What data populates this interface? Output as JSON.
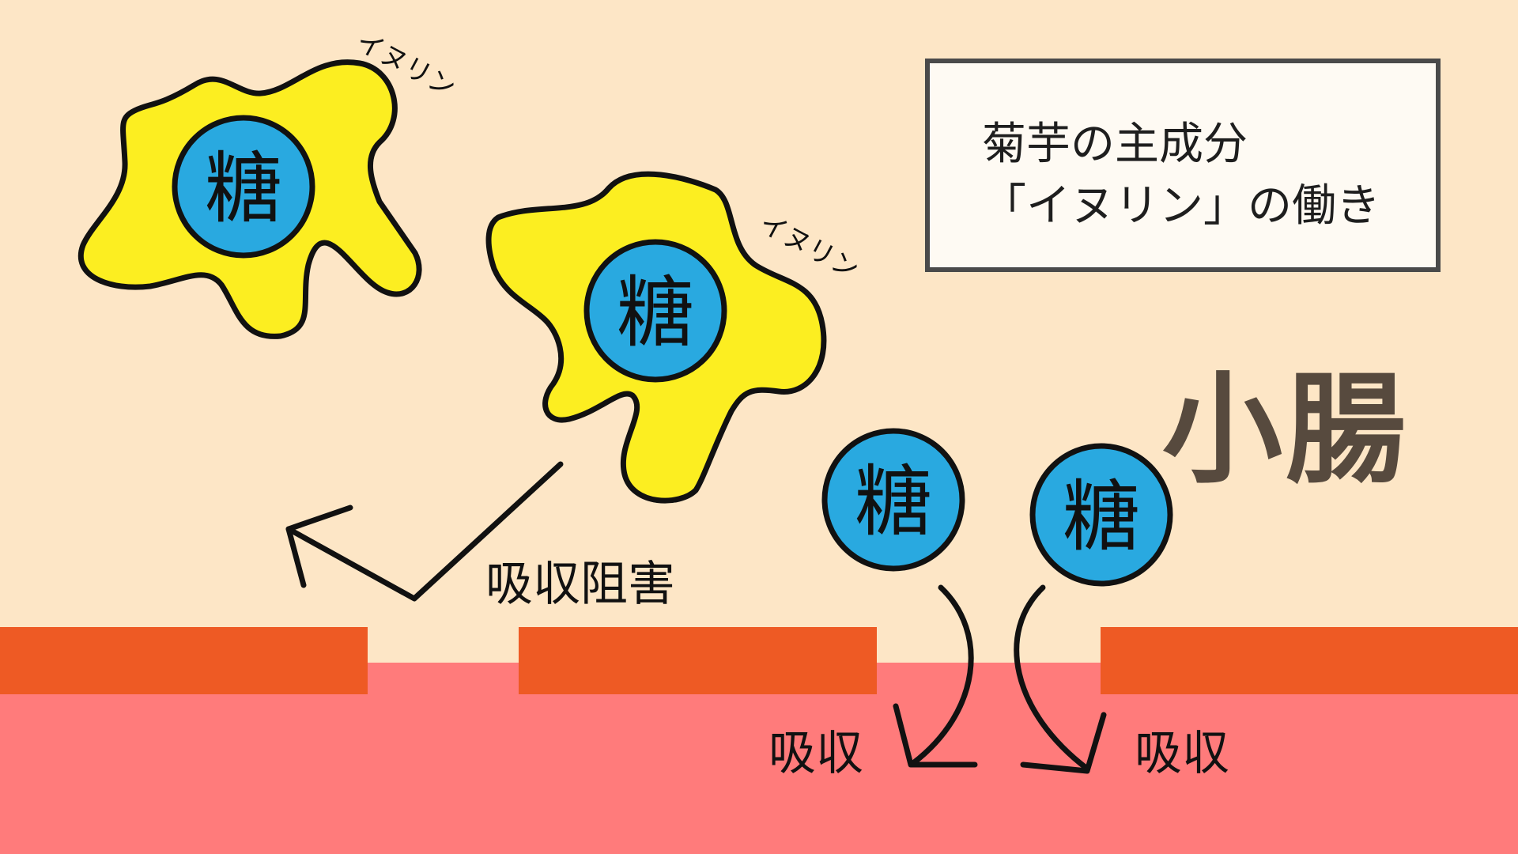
{
  "title": {
    "line1": "菊芋の主成分",
    "line2": "「イヌリン」の働き"
  },
  "organ_label": "小腸",
  "molecule_label": "糖",
  "inulin_label": "イヌリン",
  "labels": {
    "absorption_blocked": "吸収阻害",
    "absorption": "吸収"
  },
  "colors": {
    "background": "#fde6c6",
    "lumen_wall": "#ee5a24",
    "tissue": "#ff7b7b",
    "inulin_fill": "#fcee21",
    "sugar_fill": "#29a9e0",
    "outline": "#111111",
    "organ_text": "#574a3e"
  }
}
